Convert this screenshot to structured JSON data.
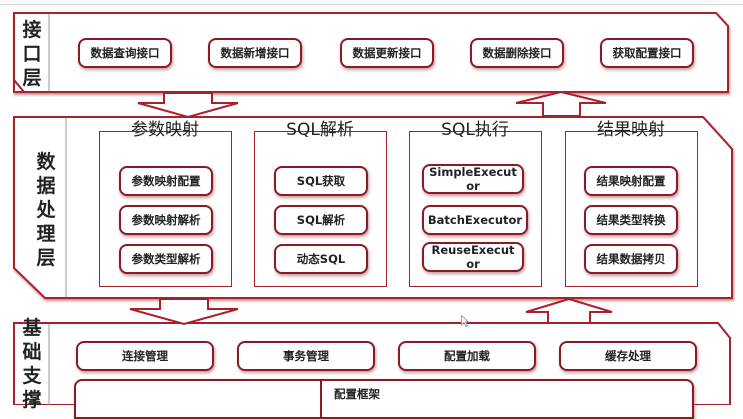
{
  "colors": {
    "frame": "#a8202c",
    "pill_border": "#8b1a24",
    "text": "#222222"
  },
  "interface_layer": {
    "label": [
      "接",
      "口",
      "层"
    ],
    "items": [
      "数据查询接口",
      "数据新增接口",
      "数据更新接口",
      "数据删除接口",
      "获取配置接口"
    ]
  },
  "processing_layer": {
    "label": [
      "数",
      "据",
      "处",
      "理",
      "层"
    ],
    "groups": [
      {
        "title": "参数映射",
        "items": [
          "参数映射配置",
          "参数映射解析",
          "参数类型解析"
        ]
      },
      {
        "title": "SQL解析",
        "items": [
          "SQL获取",
          "SQL解析",
          "动态SQL"
        ]
      },
      {
        "title": "SQL执行",
        "items": [
          "SimpleExecutor",
          "BatchExecutor",
          "ReuseExecutor"
        ]
      },
      {
        "title": "结果映射",
        "items": [
          "结果映射配置",
          "结果类型转换",
          "结果数据拷贝"
        ]
      }
    ]
  },
  "support_layer": {
    "label": [
      "基",
      "础",
      "支",
      "撑"
    ],
    "items": [
      "连接管理",
      "事务管理",
      "配置加载",
      "缓存处理"
    ],
    "framework": "配置框架"
  },
  "arrows": [
    {
      "from": "interface_layer",
      "to": "processing_layer",
      "direction": "down"
    },
    {
      "from": "processing_layer",
      "to": "interface_layer",
      "direction": "up"
    },
    {
      "from": "processing_layer",
      "to": "support_layer",
      "direction": "down"
    },
    {
      "from": "support_layer",
      "to": "processing_layer",
      "direction": "up"
    }
  ]
}
